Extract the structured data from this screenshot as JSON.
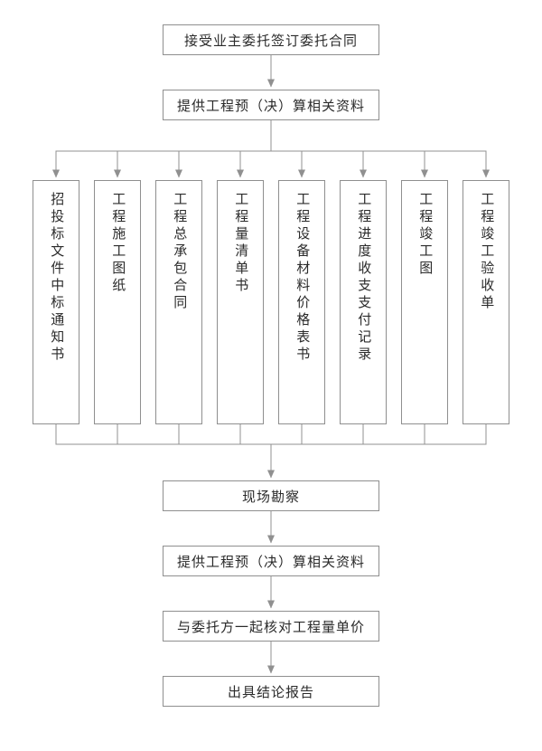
{
  "colors": {
    "box_border": "#8f8f8f",
    "connector_line": "#909090",
    "text": "#2b2b2b",
    "background": "#ffffff"
  },
  "flow": {
    "start": {
      "label": "接受业主委托签订委托合同"
    },
    "provide_docs": {
      "label": "提供工程预（决）算相关资料"
    },
    "materials": [
      {
        "label": "招投标文件中标通知书"
      },
      {
        "label": "工程施工图纸"
      },
      {
        "label": "工程总承包合同"
      },
      {
        "label": "工程量清单书"
      },
      {
        "label": "工程设备材料价格表书"
      },
      {
        "label": "工程进度收支支付记录"
      },
      {
        "label": "工程竣工图"
      },
      {
        "label": "工程竣工验收单"
      }
    ],
    "site_survey": {
      "label": "现场勘察"
    },
    "provide_docs_2": {
      "label": "提供工程预（决）算相关资料"
    },
    "verify_quantities": {
      "label": "与委托方一起核对工程量单价"
    },
    "conclusion_report": {
      "label": "出具结论报告"
    }
  }
}
